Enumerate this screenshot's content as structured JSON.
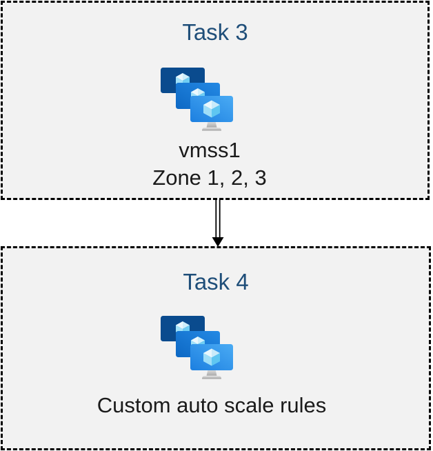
{
  "page": {
    "background": "#ffffff"
  },
  "diagram": {
    "box_fill": "#f2f2f2",
    "box_border_color": "#000000",
    "title_color": "#1f4e79",
    "label_color": "#1a1a1a",
    "nodes": [
      {
        "id": "task3",
        "title": "Task 3",
        "icon": "vm-scale-sets-icon",
        "labels": [
          "vmss1",
          "Zone 1, 2, 3"
        ]
      },
      {
        "id": "task4",
        "title": "Task 4",
        "icon": "vm-scale-sets-icon",
        "labels": [
          "Custom auto scale rules"
        ]
      }
    ],
    "connector": {
      "type": "double-line-arrow",
      "direction": "down",
      "from_title": "Task 3",
      "to_title": "Task 4",
      "color": "#000000"
    },
    "icon_colors": {
      "monitor_back": "#0a4b8e",
      "monitor_middle_gradient": [
        "#0d68c4",
        "#2489e4"
      ],
      "monitor_front_gradient": [
        "#1c7fe0",
        "#4aabf4"
      ],
      "cube_top": "#cfeffb",
      "cube_top_highlight": "#ebf8fe",
      "cube_left": "#a2e2f9",
      "cube_right": "#6fcdf3",
      "stand_gray": "#b5b5b5"
    }
  }
}
